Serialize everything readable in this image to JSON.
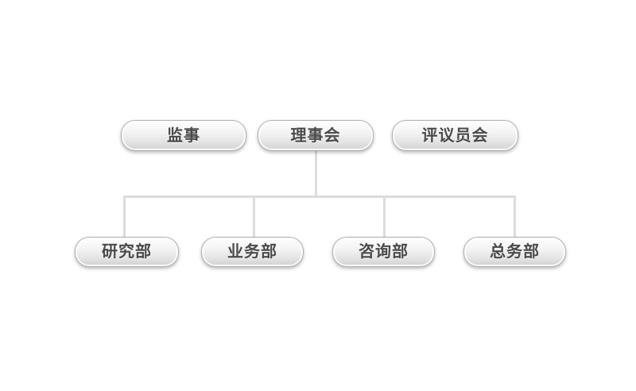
{
  "diagram": {
    "type": "org-chart",
    "background": "#ffffff",
    "connector_color": "#dcdcdc",
    "node_style": {
      "border": "#b0b0b0",
      "fill_top": "#fefefe",
      "fill_bottom": "#d0d0d0",
      "text_color": "#4a4a4a"
    },
    "nodes": {
      "top": [
        {
          "label": "监事"
        },
        {
          "label": "理事会"
        },
        {
          "label": "评议员会"
        }
      ],
      "bottom": [
        {
          "label": "研究部"
        },
        {
          "label": "业务部"
        },
        {
          "label": "咨询部"
        },
        {
          "label": "总务部"
        }
      ]
    },
    "edges": [
      {
        "from": "理事会",
        "to": "研究部"
      },
      {
        "from": "理事会",
        "to": "业务部"
      },
      {
        "from": "理事会",
        "to": "咨询部"
      },
      {
        "from": "理事会",
        "to": "总务部"
      }
    ]
  }
}
